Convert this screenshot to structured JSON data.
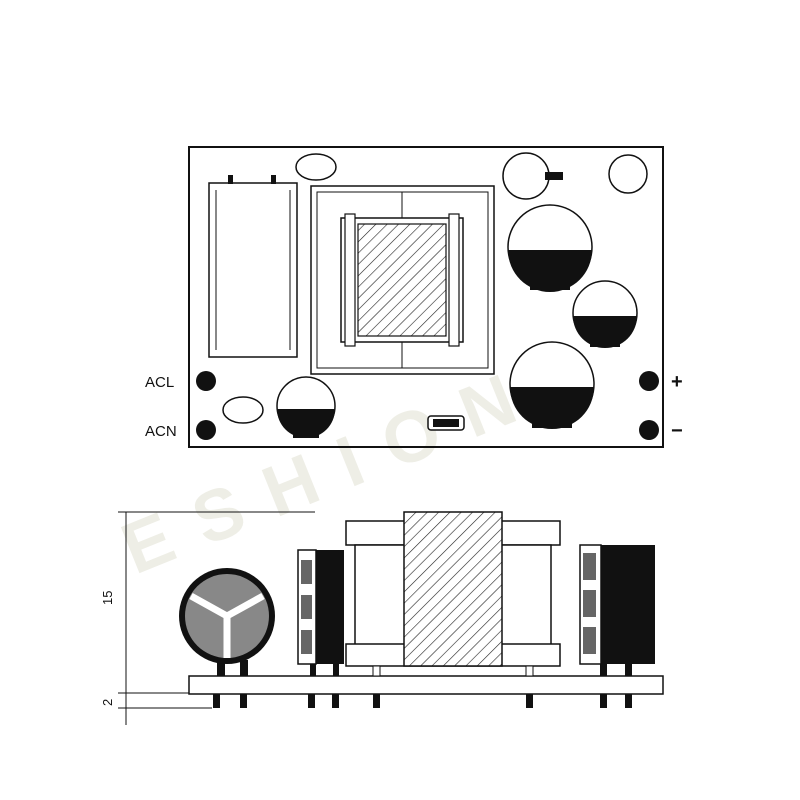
{
  "watermark": "ESHION",
  "top_view": {
    "pin_labels": {
      "acl": "ACL",
      "acn": "ACN",
      "plus": "+",
      "minus": "−"
    }
  },
  "side_view": {
    "dimensions": {
      "height": "15",
      "standoff": "2"
    }
  }
}
